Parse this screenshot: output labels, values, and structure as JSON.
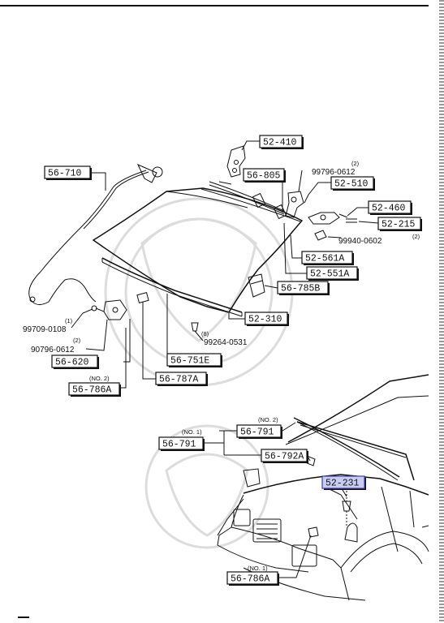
{
  "labels": {
    "c56_710": "56-710",
    "c52_410": "52-410",
    "c56_805": "56-805",
    "c52_510": "52-510",
    "c52_460": "52-460",
    "c52_215": "52-215",
    "c52_561a": "52-561A",
    "c52_551a": "52-551A",
    "c56_785b": "56-785B",
    "c52_310": "52-310",
    "c56_751e": "56-751E",
    "c56_787a": "56-787A",
    "c56_620": "56-620",
    "c56_786a_top": "56-786A",
    "c56_791_a": "56-791",
    "c56_791_b": "56-791",
    "c56_792a": "56-792A",
    "c52_231": "52-231",
    "c56_786a_bottom": "56-786A"
  },
  "parts": {
    "p99796_0612": "99796-0612",
    "p99796_qty": "(2)",
    "p99940_0602": "99940-0602",
    "p99940_qty": "(2)",
    "p99709_0108": "99709-0108",
    "p99709_qty": "(1)",
    "p90796_0612": "90796-0612",
    "p90796_qty": "(2)",
    "p99264_0531": "99264-0531",
    "p99264_qty": "(8)"
  },
  "notes": {
    "no2_left": "(NO. 2)",
    "no2_right": "(NO. 2)",
    "no1_left": "(NO. 1)",
    "no1_bottom": "(NO. 1)"
  }
}
